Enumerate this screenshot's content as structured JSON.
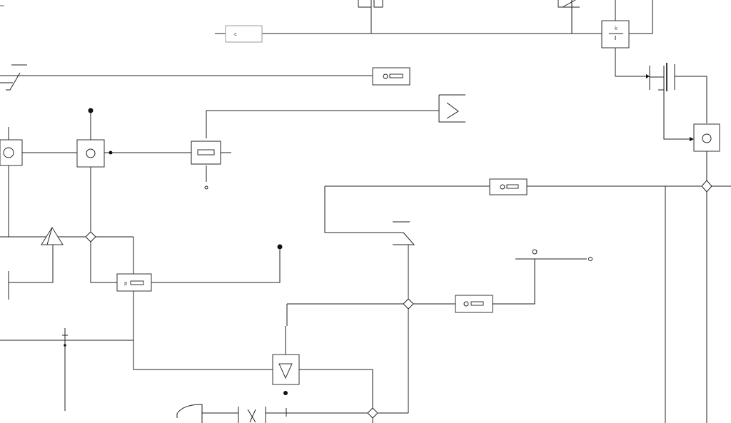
{
  "diagram": {
    "type": "schematic-wiring",
    "colors": {
      "stroke": "#222222",
      "background": "#ffffff"
    },
    "component_labels": {
      "top_right_fraction": "k",
      "top_left_input": "c"
    }
  }
}
